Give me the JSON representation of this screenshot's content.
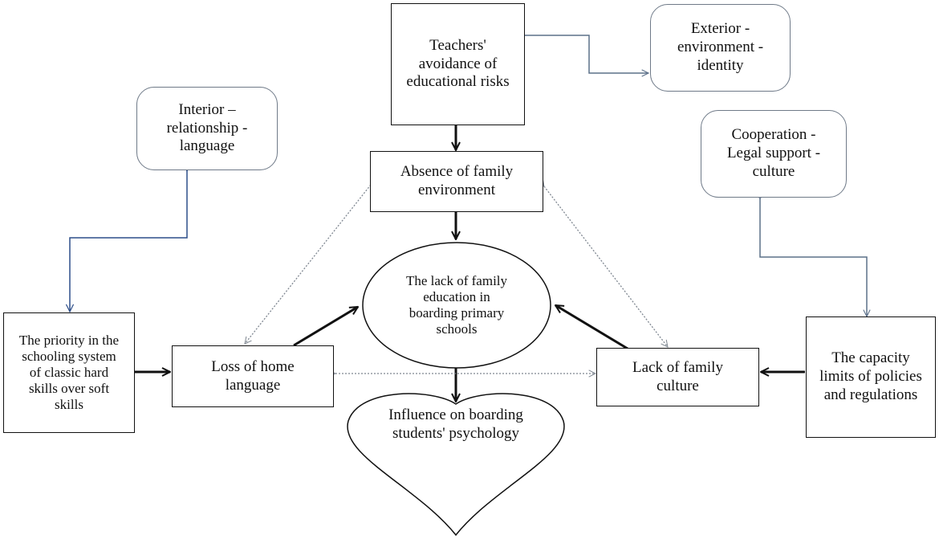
{
  "nodes": {
    "teachers": "Teachers' avoidance of educational risks",
    "exterior": "Exterior - environment - identity",
    "interior": "Interior – relationship - language",
    "cooperation": "Cooperation - Legal support - culture",
    "absence": "Absence of family environment",
    "lack_education": "The lack of family education in boarding primary schools",
    "priority": "The priority in the schooling system of classic hard skills over soft skills",
    "loss": "Loss of home language",
    "lack_culture": "Lack of family culture",
    "capacity": "The capacity limits of policies and regulations",
    "influence": "Influence on boarding students' psychology"
  }
}
